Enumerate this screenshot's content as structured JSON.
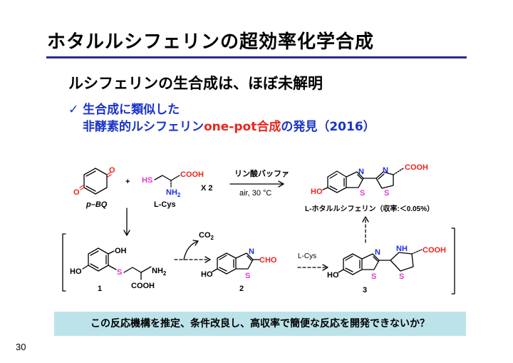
{
  "slide": {
    "title": "ホタルルシフェリンの超効率化学合成",
    "subtitle": "ルシフェリンの生合成は、ほぼ未解明",
    "bullet": {
      "check": "✓",
      "line1": "生合成に類似した",
      "line2_part1": "非酵素的ルシフェリン",
      "line2_red": "one-pot合成",
      "line2_part2": "の発見（2016）"
    },
    "footer_question": "この反応機構を推定、条件改良し、高収率で簡便な反応を開発できないか？",
    "page_number": "30"
  },
  "scheme": {
    "reagents": {
      "pbq_label": "p–BQ",
      "plus": "+",
      "lcys_label": "L-Cys",
      "hs": "HS",
      "cooh": "COOH",
      "nh": "NH",
      "sub2": "2",
      "times": "X 2"
    },
    "conditions": {
      "top": "リン酸バッファ",
      "bottom": "air, 30 °C"
    },
    "product": {
      "label": "L-ホタルルシフェリン（収率:＜0.05%）",
      "ho": "HO",
      "n": "N",
      "s": "S",
      "cooh": "COOH"
    },
    "intermediates": {
      "c1": {
        "num": "1",
        "oh": "OH",
        "ho": "HO",
        "s": "S",
        "nh": "NH",
        "sub2": "2",
        "cooh": "COOH"
      },
      "co2": {
        "co": "CO",
        "sub2": "2"
      },
      "c2": {
        "num": "2",
        "ho": "HO",
        "n": "N",
        "s": "S",
        "cho": "CHO"
      },
      "lcys": "L-Cys",
      "c3": {
        "num": "3",
        "ho": "HO",
        "n": "N",
        "s": "S",
        "nh": "NH",
        "cooh": "COOH"
      }
    },
    "colors": {
      "red": "#e8261f",
      "magenta": "#e23ad2",
      "blue": "#1f2fe0",
      "footer_bg": "#bde3ea",
      "rule": "#2a2a8c"
    }
  }
}
